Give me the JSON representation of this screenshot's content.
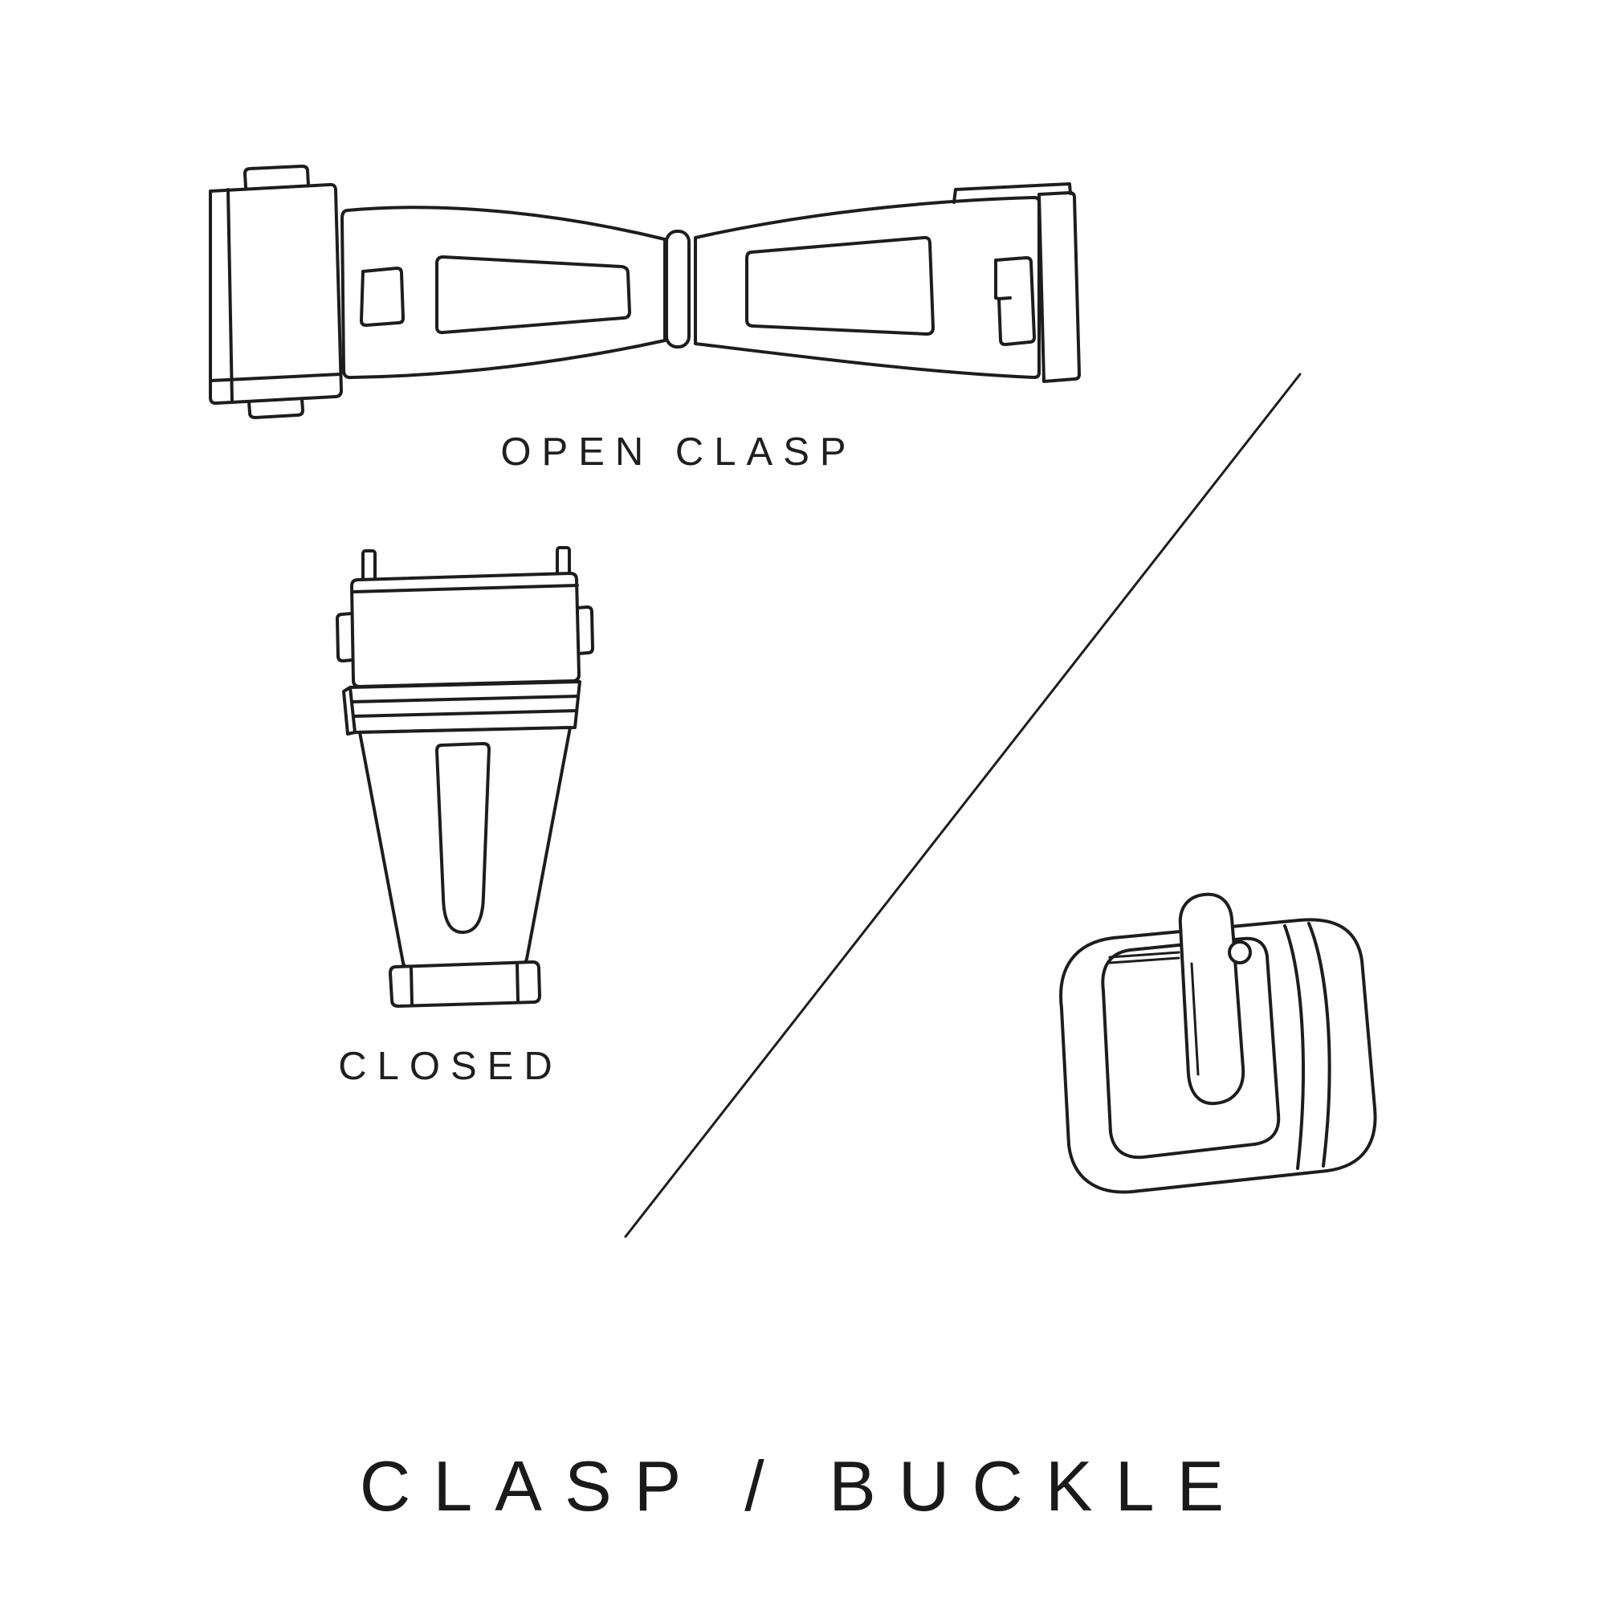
{
  "page": {
    "background": "#ffffff",
    "line_color": "#1d1d1d",
    "title": "CLASP / BUCKLE"
  },
  "figures": {
    "open_clasp": {
      "icon": "open-clasp-illustration",
      "label": "OPEN CLASP"
    },
    "closed_clasp": {
      "icon": "closed-clasp-illustration",
      "label": "CLOSED"
    },
    "pin_buckle": {
      "icon": "pin-buckle-illustration"
    },
    "divider": {
      "icon": "divider-line"
    }
  }
}
